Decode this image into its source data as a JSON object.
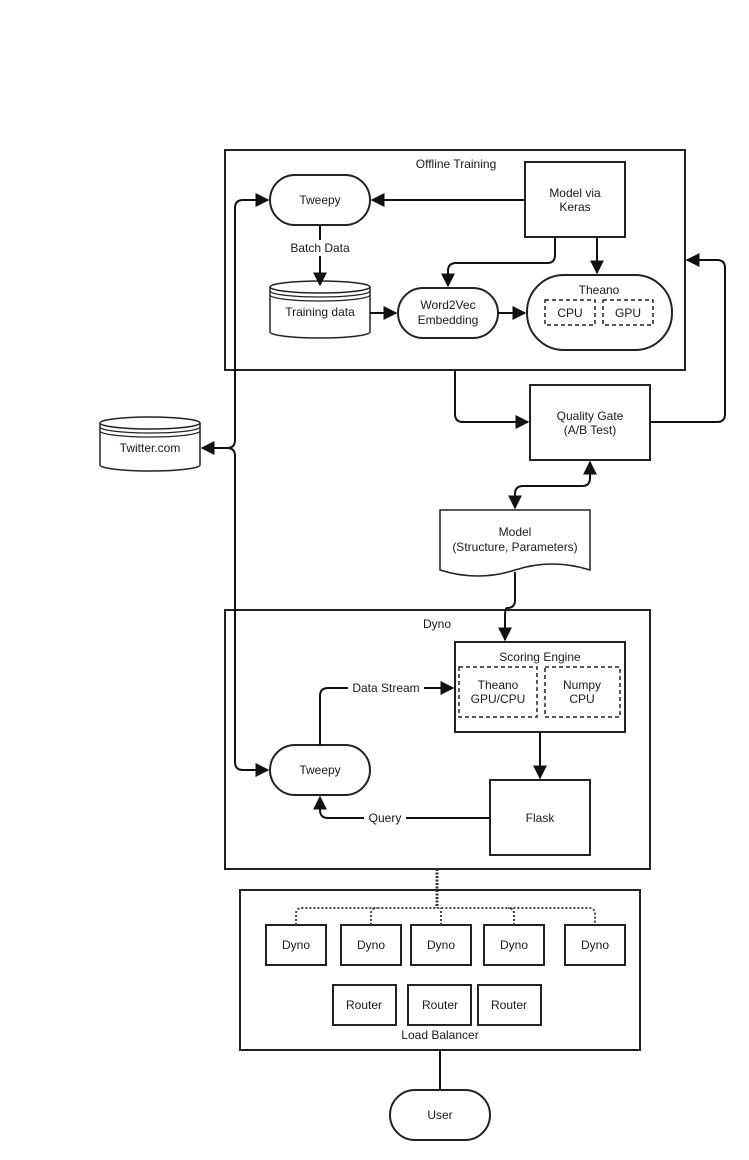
{
  "groups": {
    "offline_training": "Offline Training",
    "dyno": "Dyno",
    "load_balancer": "Load Balancer"
  },
  "nodes": {
    "tweepy_top": "Tweepy",
    "model_keras": [
      "Model via",
      "Keras"
    ],
    "training_data": "Training data",
    "word2vec": [
      "Word2Vec",
      "Embedding"
    ],
    "theano": "Theano",
    "cpu": "CPU",
    "gpu": "GPU",
    "twitter": "Twitter.com",
    "quality_gate": [
      "Quality Gate",
      "(A/B Test)"
    ],
    "model_doc": [
      "Model",
      "(Structure, Parameters)"
    ],
    "scoring_engine": "Scoring Engine",
    "theano_gpu_cpu": [
      "Theano",
      "GPU/CPU"
    ],
    "numpy_cpu": [
      "Numpy",
      "CPU"
    ],
    "tweepy_dyno": "Tweepy",
    "flask": "Flask",
    "dynos": [
      "Dyno",
      "Dyno",
      "Dyno",
      "Dyno",
      "Dyno"
    ],
    "routers": [
      "Router",
      "Router",
      "Router"
    ],
    "user": "User"
  },
  "edges": {
    "batch_data": "Batch Data",
    "data_stream": "Data Stream",
    "query": "Query"
  }
}
